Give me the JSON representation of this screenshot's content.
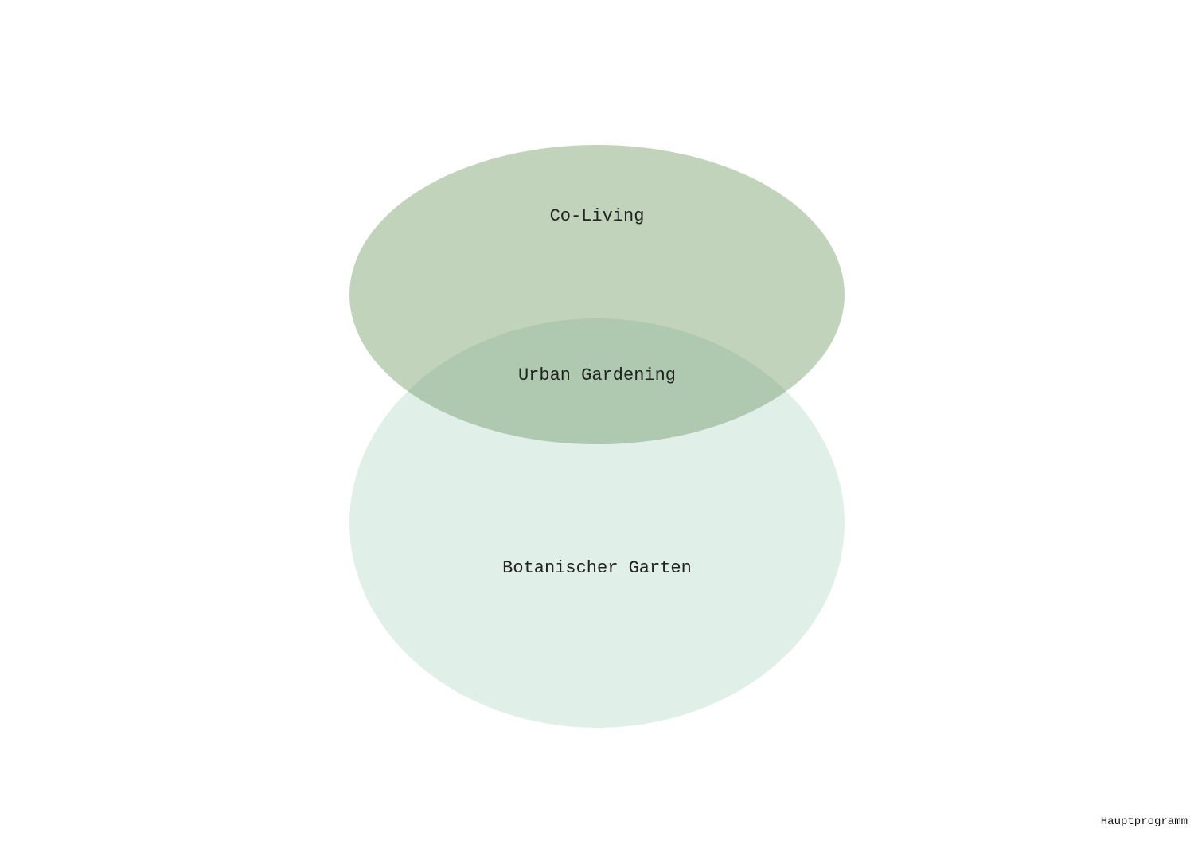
{
  "diagram": {
    "type": "venn",
    "sets": [
      {
        "label": "Co-Living",
        "color": "#c1d3bb"
      },
      {
        "label": "Botanischer Garten",
        "color": "#e0efe7"
      }
    ],
    "intersection": {
      "label": "Urban Gardening",
      "color": "#afc9b0"
    }
  },
  "footer": "Hauptprogramm"
}
